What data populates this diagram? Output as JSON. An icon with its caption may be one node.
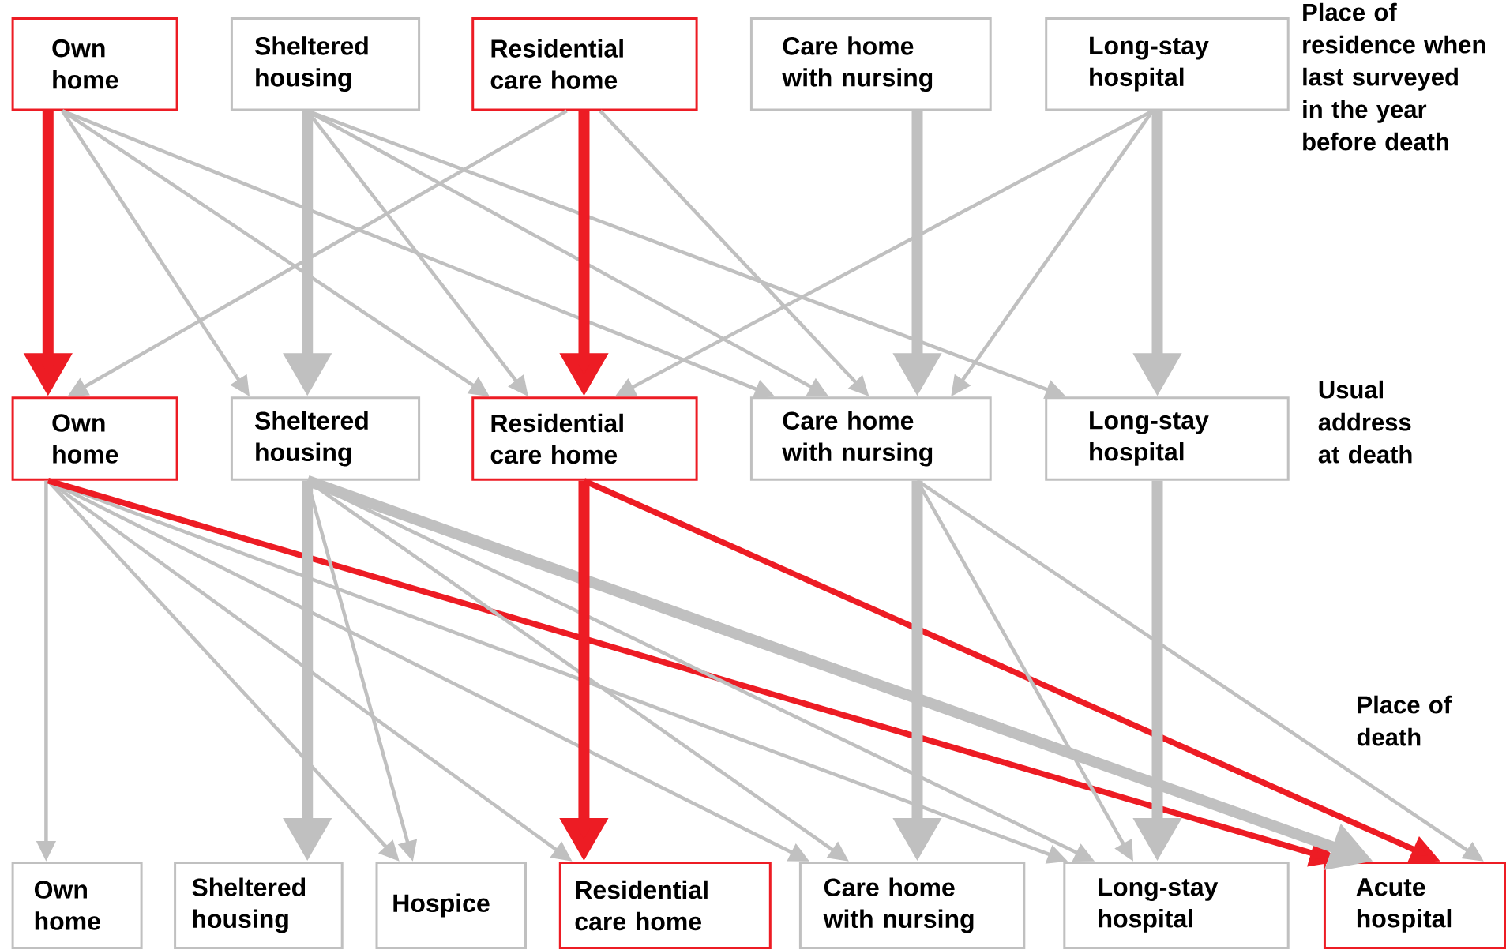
{
  "diagram": {
    "nodes": [
      {
        "text": [
          "Own home"
        ]
      },
      {
        "text": [
          "Sheltered housing"
        ]
      },
      {
        "text": [
          "Residential care home"
        ]
      },
      {
        "text": [
          "Care home with nursing"
        ]
      },
      {
        "text": [
          "Long-stay hospital"
        ]
      },
      {
        "text": [
          "Own home"
        ]
      },
      {
        "text": [
          "Sheltered housing"
        ]
      },
      {
        "text": [
          "Residential care home"
        ]
      },
      {
        "text": [
          "Care home with nursing"
        ]
      },
      {
        "text": [
          "Long-stay hospital"
        ]
      },
      {
        "text": [
          "Own home"
        ]
      },
      {
        "text": [
          "Sheltered housing"
        ]
      },
      {
        "text": [
          "Hospice"
        ]
      },
      {
        "text": [
          "Residential care home"
        ]
      },
      {
        "text": [
          "Care home with nursing"
        ]
      },
      {
        "text": [
          "Long-stay hospital"
        ]
      },
      {
        "text": [
          "Acute hospital"
        ]
      }
    ],
    "edges": [
      {
        "from": 0,
        "to": 5,
        "arrow": "to",
        "style": "thick",
        "color": "#ed1c24"
      },
      {
        "from": 0,
        "to": 6,
        "arrow": "to"
      },
      {
        "from": 0,
        "to": 7,
        "arrow": "to"
      },
      {
        "from": 0,
        "to": 8,
        "arrow": "to"
      },
      {
        "from": 1,
        "to": 6,
        "arrow": "to",
        "style": "thick"
      },
      {
        "from": 1,
        "to": 7,
        "arrow": "to"
      },
      {
        "from": 1,
        "to": 8,
        "arrow": "to"
      },
      {
        "from": 1,
        "to": 9,
        "arrow": "to"
      },
      {
        "from": 2,
        "to": 5,
        "arrow": "to"
      },
      {
        "from": 2,
        "to": 7,
        "arrow": "to",
        "style": "thick",
        "color": "#ed1c24"
      },
      {
        "from": 2,
        "to": 8,
        "arrow": "to"
      },
      {
        "from": 3,
        "to": 8,
        "arrow": "to",
        "style": "thick"
      },
      {
        "from": 4,
        "to": 7,
        "arrow": "to"
      },
      {
        "from": 4,
        "to": 8,
        "arrow": "to"
      },
      {
        "from": 4,
        "to": 9,
        "arrow": "to",
        "style": "thick"
      },
      {
        "from": 5,
        "to": 10,
        "arrow": "to"
      },
      {
        "from": 5,
        "to": 12,
        "arrow": "to"
      },
      {
        "from": 5,
        "to": 13,
        "arrow": "to"
      },
      {
        "from": 5,
        "to": 14,
        "arrow": "to"
      },
      {
        "from": 5,
        "to": 15,
        "arrow": "to"
      },
      {
        "from": 5,
        "to": 16,
        "arrow": "to",
        "color": "#ed1c24"
      },
      {
        "from": 6,
        "to": 11,
        "arrow": "to",
        "style": "thick"
      },
      {
        "from": 6,
        "to": 12,
        "arrow": "to"
      },
      {
        "from": 6,
        "to": 14,
        "arrow": "to"
      },
      {
        "from": 6,
        "to": 15,
        "arrow": "to"
      },
      {
        "from": 6,
        "to": 16,
        "arrow": "to",
        "style": "thick"
      },
      {
        "from": 7,
        "to": 13,
        "arrow": "to",
        "style": "thick",
        "color": "#ed1c24"
      },
      {
        "from": 7,
        "to": 16,
        "arrow": "to",
        "color": "#ed1c24"
      },
      {
        "from": 8,
        "to": 14,
        "arrow": "to",
        "style": "thick"
      },
      {
        "from": 8,
        "to": 15,
        "arrow": "to"
      },
      {
        "from": 8,
        "to": 16,
        "arrow": "to"
      },
      {
        "from": 9,
        "to": 15,
        "arrow": "to",
        "style": "thick"
      }
    ],
    "labels": [
      "Place of residence when last surveyed in the year before death",
      "Usual address at death",
      "Place of death"
    ]
  }
}
